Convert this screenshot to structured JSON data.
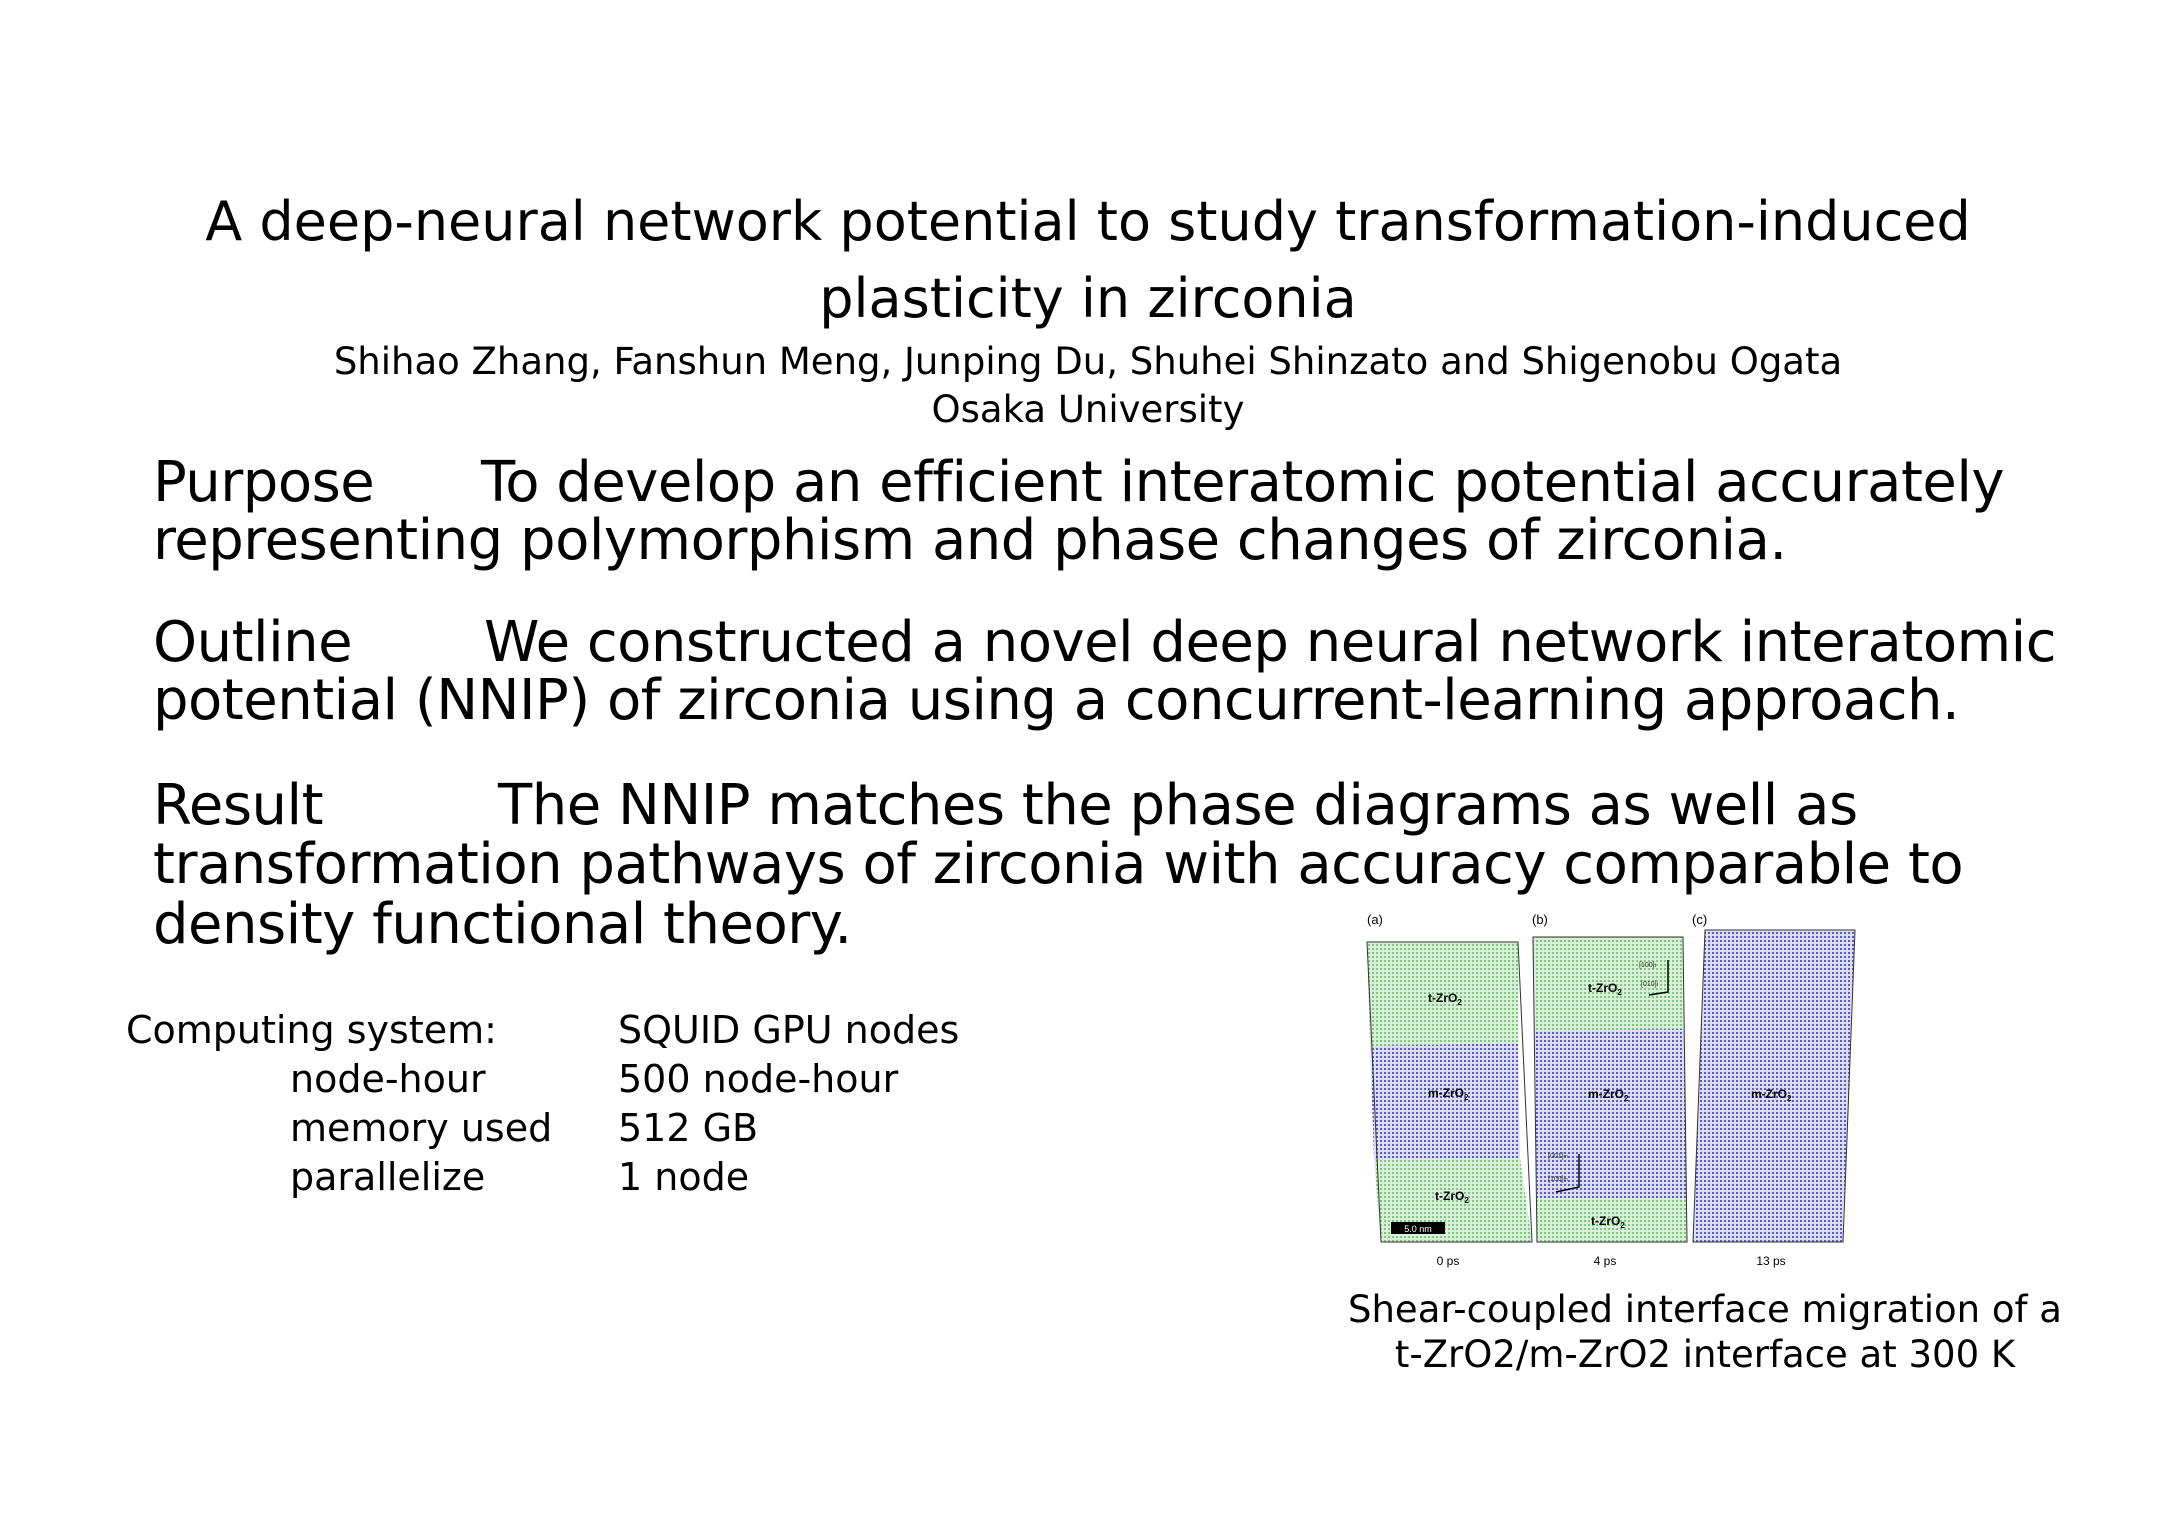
{
  "title": {
    "line1": "A deep-neural network potential to study transformation-induced",
    "line2": "plasticity in zirconia"
  },
  "authors": "Shihao Zhang, Fanshun Meng, Junping Du, Shuhei Shinzato and Shigenobu Ogata",
  "affiliation": "Osaka University",
  "sections": {
    "purpose": {
      "label": "Purpose",
      "line1": "To develop an efficient interatomic potential accurately",
      "line2": "representing polymorphism and phase changes of zirconia."
    },
    "outline": {
      "label": "Outline",
      "line1": "We constructed a novel deep neural network interatomic",
      "line2": "potential (NNIP) of zirconia using a concurrent-learning approach."
    },
    "result": {
      "label": "Result",
      "line1": "The NNIP matches the phase diagrams as well as",
      "line2": "transformation pathways of zirconia with accuracy comparable to",
      "line3": "density functional theory."
    }
  },
  "computing": {
    "label": "Computing system:",
    "value": "SQUID GPU nodes",
    "rows": [
      {
        "label": "node-hour",
        "value": "500 node-hour"
      },
      {
        "label": "memory used",
        "value": "512 GB"
      },
      {
        "label": "parallelize",
        "value": "1 node"
      }
    ]
  },
  "figure": {
    "panels": [
      {
        "tag": "(a)",
        "time": "0 ps",
        "labels": [
          "t-ZrO",
          "m-ZrO",
          "t-ZrO"
        ]
      },
      {
        "tag": "(b)",
        "time": "4 ps",
        "labels": [
          "t-ZrO",
          "m-ZrO",
          "t-ZrO"
        ]
      },
      {
        "tag": "(c)",
        "time": "13 ps",
        "labels": [
          "m-ZrO"
        ]
      }
    ],
    "subscript": "2",
    "scale_bar": "5.0 nm",
    "axes_t": [
      "[100]",
      "[010]"
    ],
    "axes_t_sub": "t",
    "axes_m": [
      "[001]",
      "[100]"
    ],
    "axes_m_sub": "m",
    "colors": {
      "tetragonal": "#8fd68f",
      "monoclinic": "#6a6ad0"
    },
    "caption_line1": "Shear-coupled interface migration of a",
    "caption_line2": "t-ZrO2/m-ZrO2 interface at 300 K"
  }
}
